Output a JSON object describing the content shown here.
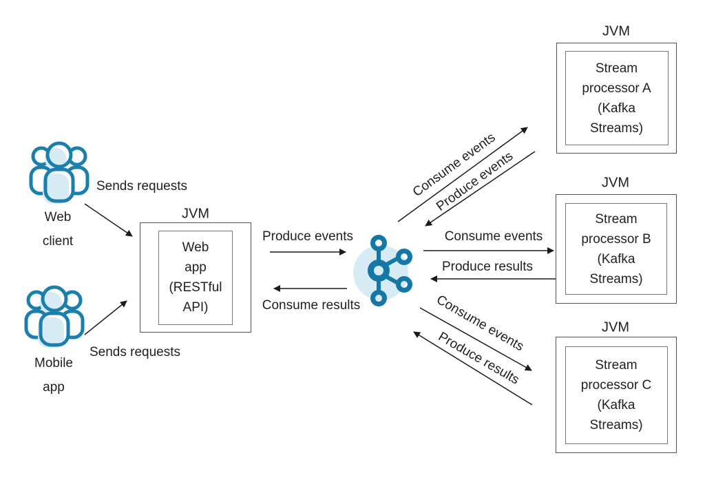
{
  "colors": {
    "accent_blue": "#1478a6",
    "light_blue": "#d7ebf5",
    "box_border": "#4f4f4f",
    "inner_box_border": "#757575",
    "arrow_black": "#1a1a1a",
    "text": "#1f1f1f"
  },
  "actors": [
    {
      "name": "web-client",
      "lines": [
        "Web",
        "client"
      ],
      "action": "Sends requests",
      "icon": "users-group-icon"
    },
    {
      "name": "mobile-app",
      "lines": [
        "Mobile",
        "app"
      ],
      "action": "Sends requests",
      "icon": "users-group-icon"
    }
  ],
  "web_app_node": {
    "env": "JVM",
    "lines": [
      "Web",
      "app",
      "(RESTful",
      "API)"
    ]
  },
  "kafka": {
    "icon": "kafka-icon"
  },
  "flows": {
    "produce_events_in": "Produce events",
    "consume_results_out": "Consume results",
    "a_consume": "Consume events",
    "a_produce": "Produce events",
    "b_consume": "Consume events",
    "b_produce": "Produce results",
    "c_consume": "Consume events",
    "c_produce": "Produce results"
  },
  "processors": [
    {
      "env": "JVM",
      "lines": [
        "Stream",
        "processor A",
        "(Kafka",
        "Streams)"
      ]
    },
    {
      "env": "JVM",
      "lines": [
        "Stream",
        "processor B",
        "(Kafka",
        "Streams)"
      ]
    },
    {
      "env": "JVM",
      "lines": [
        "Stream",
        "processor C",
        "(Kafka",
        "Streams)"
      ]
    }
  ]
}
